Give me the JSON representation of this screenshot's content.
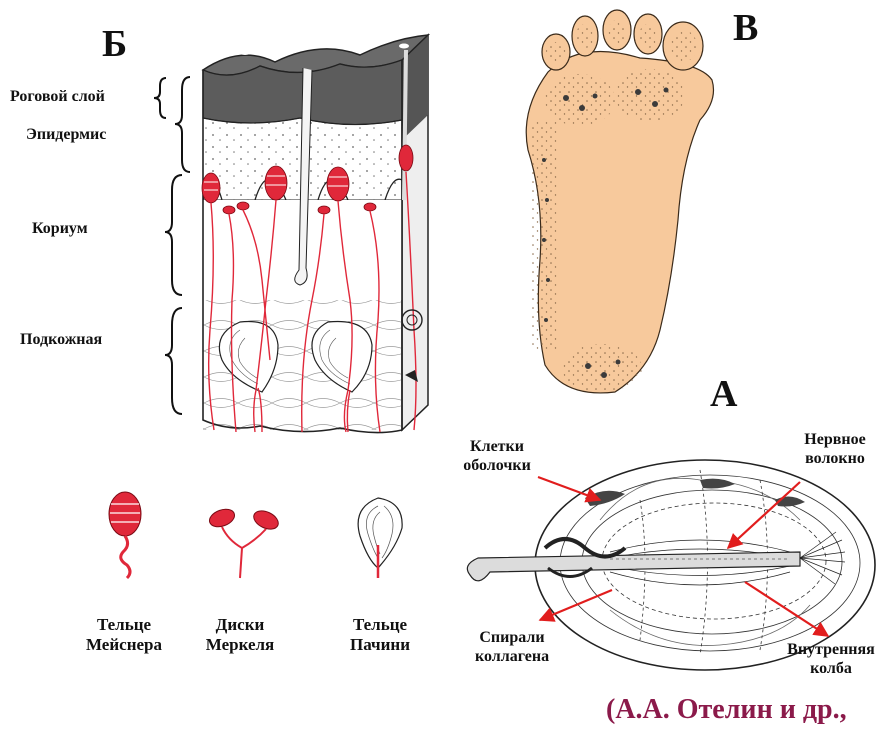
{
  "panel_letters": {
    "b": "Б",
    "v": "В",
    "a": "А"
  },
  "skin_layers": {
    "stratum_corneum": "Роговой слой",
    "epidermis": "Эпидермис",
    "corium": "Кориум",
    "subcutaneous": "Подкожная"
  },
  "receptors": {
    "meissner": [
      "Тельце",
      "Мейснера"
    ],
    "merkel": [
      "Диски",
      "Меркеля"
    ],
    "pacini": [
      "Тельце",
      "Пачини"
    ]
  },
  "pacini_callouts": {
    "capsule_cells": [
      "Клетки",
      "оболочки"
    ],
    "nerve_fiber": [
      "Нервное",
      "волокно"
    ],
    "collagen_spirals": [
      "Спирали",
      "коллагена"
    ],
    "inner_bulb": [
      "Внутренняя",
      "колба"
    ]
  },
  "citation": "(А.А. Отелин и др.,",
  "colors": {
    "receptor_red": "#e0283a",
    "foot_fill": "#f7c99c",
    "citation": "#8b1a4a",
    "arrow": "#e11d1d"
  }
}
